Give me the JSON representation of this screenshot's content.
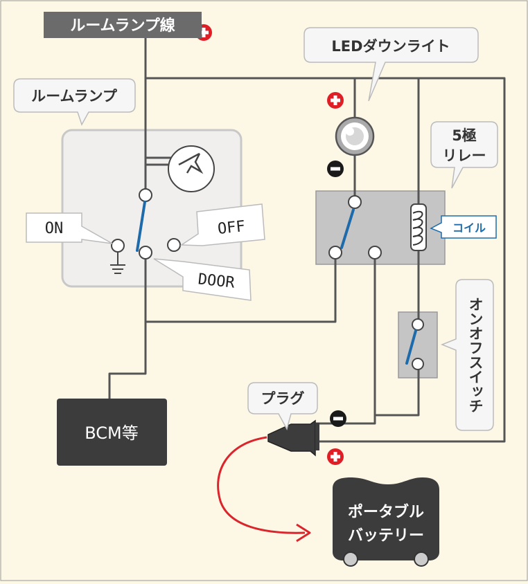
{
  "labels": {
    "room_lamp_wire": "ルームランプ線",
    "room_lamp": "ルームランプ",
    "led_downlight": "LEDダウンライト",
    "relay_line1": "5極",
    "relay_line2": "リレー",
    "coil": "コイル",
    "on": "ON",
    "off": "OFF",
    "door": "DOOR",
    "onoff_switch": "オンオフスイッチ",
    "plug": "プラグ",
    "bcm": "BCM等",
    "battery_line1": "ポータブル",
    "battery_line2": "バッテリー"
  },
  "colors": {
    "background": "#fdf7e6",
    "wire": "#555555",
    "switch_blade": "#1d6bab",
    "plus_marker": "#e01e26",
    "minus_marker": "#1a1a1a",
    "arrow": "#d9252b",
    "dark_box": "#3c3c3c"
  },
  "icons": {
    "plus": "plus-circle-icon",
    "minus": "minus-circle-icon",
    "ground": "ground-icon",
    "bulb": "bulb-icon",
    "coil": "coil-icon",
    "plug": "plug-icon"
  }
}
